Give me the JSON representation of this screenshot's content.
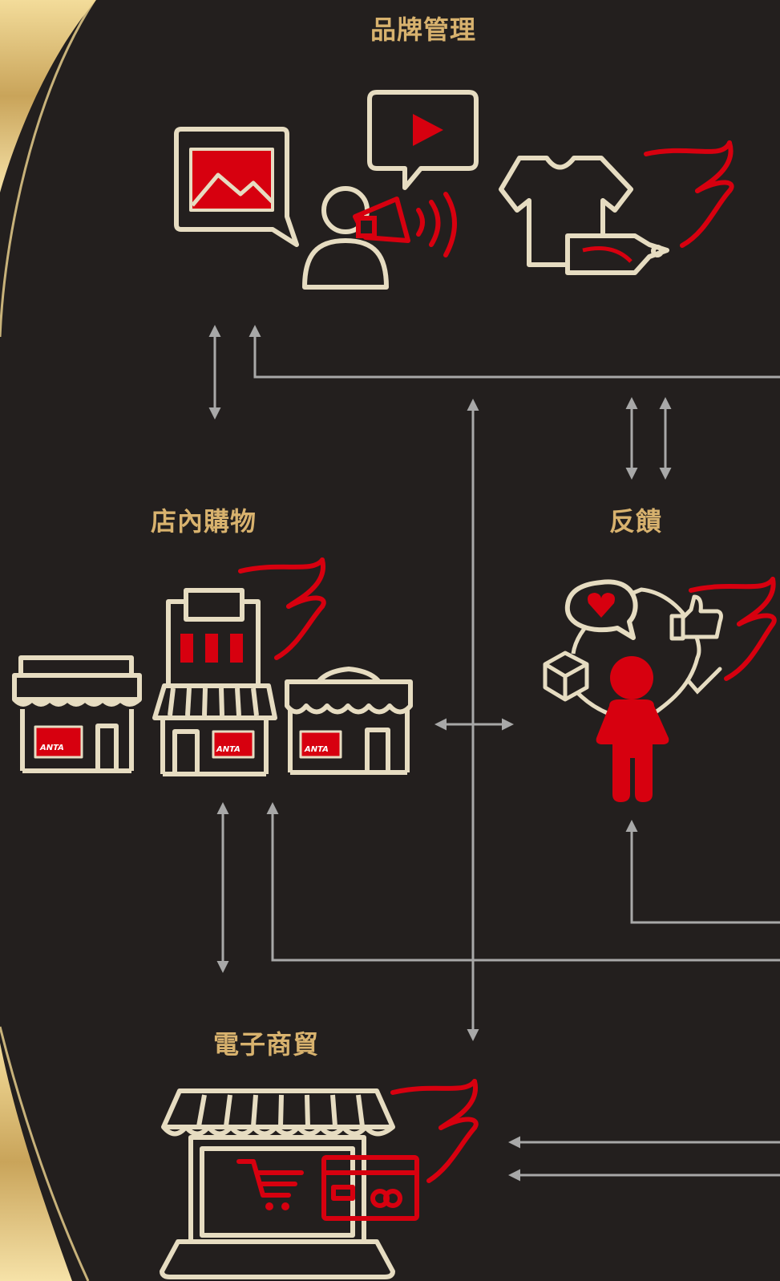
{
  "colors": {
    "background": "#231f1e",
    "gold_text": "#d8b26e",
    "icon_outline": "#e6dcc1",
    "accent_red": "#d7000f",
    "arrow_gray": "#a8a8a8"
  },
  "labels": {
    "brand_management": "品牌管理",
    "in_store_shopping": "店內購物",
    "feedback": "反饋",
    "e_commerce": "電子商貿"
  },
  "store_logo_text": "ANTA",
  "icons": {
    "brand_management": [
      "picture-message-icon",
      "video-message-icon",
      "announcer-megaphone-icon",
      "tshirt-price-tag-icon",
      "flame-icon"
    ],
    "in_store_shopping": [
      "store-icon",
      "department-store-icon",
      "boutique-store-icon",
      "flame-icon"
    ],
    "feedback": [
      "heart-message-icon",
      "thumbs-up-icon",
      "package-icon",
      "person-icon",
      "checkmark-icon",
      "flame-icon"
    ],
    "e_commerce": [
      "laptop-shop-icon",
      "shopping-cart-icon",
      "credit-card-icon",
      "flame-icon"
    ]
  }
}
